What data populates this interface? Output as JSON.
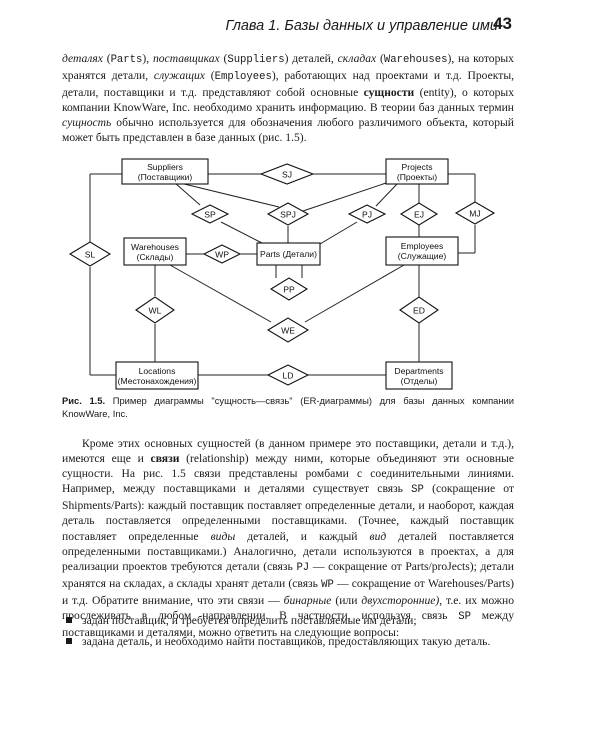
{
  "header": {
    "chapter_title": "Глава 1. Базы данных и управление ими",
    "page_number": "43"
  },
  "paragraph1": [
    {
      "t": "деталях",
      "s": "i"
    },
    {
      "t": " (",
      "s": ""
    },
    {
      "t": "Parts",
      "s": "m"
    },
    {
      "t": "), ",
      "s": ""
    },
    {
      "t": "поставщиках",
      "s": "i"
    },
    {
      "t": " (",
      "s": ""
    },
    {
      "t": "Suppliers",
      "s": "m"
    },
    {
      "t": ") деталей, ",
      "s": ""
    },
    {
      "t": "складах",
      "s": "i"
    },
    {
      "t": " (",
      "s": ""
    },
    {
      "t": "Warehouses",
      "s": "m"
    },
    {
      "t": "), на которых хранятся детали, ",
      "s": ""
    },
    {
      "t": "служащих",
      "s": "i"
    },
    {
      "t": " (",
      "s": ""
    },
    {
      "t": "Employees",
      "s": "m"
    },
    {
      "t": "), работающих над проектами и т.д. Проекты, детали, поставщики и т.д. представляют собой основные ",
      "s": ""
    },
    {
      "t": "сущности",
      "s": "b"
    },
    {
      "t": " (entity), о которых компании KnowWare, Inc. необходимо хранить информацию. В теории баз данных термин ",
      "s": ""
    },
    {
      "t": "сущность",
      "s": "i"
    },
    {
      "t": " обычно используется для обозначения любого различимого объекта, который может быть представлен в базе данных (рис. 1.5).",
      "s": ""
    }
  ],
  "diagram": {
    "entities": {
      "suppliers": {
        "line1": "Suppliers",
        "line2": "(Поставщики)"
      },
      "projects": {
        "line1": "Projects",
        "line2": "(Проекты)"
      },
      "warehouses": {
        "line1": "Warehouses",
        "line2": "(Склады)"
      },
      "parts": {
        "line1": "Parts (Детали)"
      },
      "employees": {
        "line1": "Employees",
        "line2": "(Служащие)"
      },
      "locations": {
        "line1": "Locations",
        "line2": "(Местонахождения)"
      },
      "departments": {
        "line1": "Departments",
        "line2": "(Отделы)"
      }
    },
    "relationships": {
      "sj": "SJ",
      "sp": "SP",
      "spj": "SPJ",
      "pj": "PJ",
      "ej": "EJ",
      "mj": "MJ",
      "sl": "SL",
      "wp": "WP",
      "pp": "PP",
      "wl": "WL",
      "we": "WE",
      "ed": "ED",
      "ld": "LD"
    }
  },
  "caption": {
    "label": "Рис. 1.5.",
    "text": " Пример диаграммы \"сущность—связь\" (ER-диаграммы) для базы данных компании KnowWare, Inc."
  },
  "paragraph2": [
    {
      "t": "Кроме этих основных сущностей (в данном примере это поставщики, детали и т.д.), имеются еще и ",
      "s": ""
    },
    {
      "t": "связи",
      "s": "b"
    },
    {
      "t": " (relationship) между ними, которые объединяют эти основные сущности. На рис. 1.5 связи представлены ромбами с соединительными линиями. Например, между поставщиками и деталями существует связь ",
      "s": ""
    },
    {
      "t": "SP",
      "s": "m"
    },
    {
      "t": " (сокращение от Shipments/Parts): каждый поставщик поставляет определенные детали, и наоборот, каждая деталь поставляется определенными поставщиками. (Точнее, каждый поставщик поставляет определенные ",
      "s": ""
    },
    {
      "t": "виды",
      "s": "i"
    },
    {
      "t": " деталей, и каждый ",
      "s": ""
    },
    {
      "t": "вид",
      "s": "i"
    },
    {
      "t": " деталей поставляется определенными поставщиками.) Аналогично, детали используются в проектах, а для реализации проектов требуются детали (связь ",
      "s": ""
    },
    {
      "t": "PJ",
      "s": "m"
    },
    {
      "t": " — сокращение от Parts/proJects); детали хранятся на складах, а склады хранят детали (связь ",
      "s": ""
    },
    {
      "t": "WP",
      "s": "m"
    },
    {
      "t": " — сокращение от Warehouses/Parts) и т.д. Обратите внимание, что эти связи — ",
      "s": ""
    },
    {
      "t": "бинарные",
      "s": "i"
    },
    {
      "t": " (или ",
      "s": ""
    },
    {
      "t": "двухсторонние)",
      "s": "i"
    },
    {
      "t": ", т.е. их можно прослеживать в любом направлении. В частности, используя связь ",
      "s": ""
    },
    {
      "t": "SP",
      "s": "m"
    },
    {
      "t": " между поставщиками и деталями, можно ответить на следующие вопросы:",
      "s": ""
    }
  ],
  "bullets": [
    "задан поставщик, и требуется определить поставляемые им детали;",
    "задана деталь, и необходимо найти поставщиков, предоставляющих такую деталь."
  ]
}
